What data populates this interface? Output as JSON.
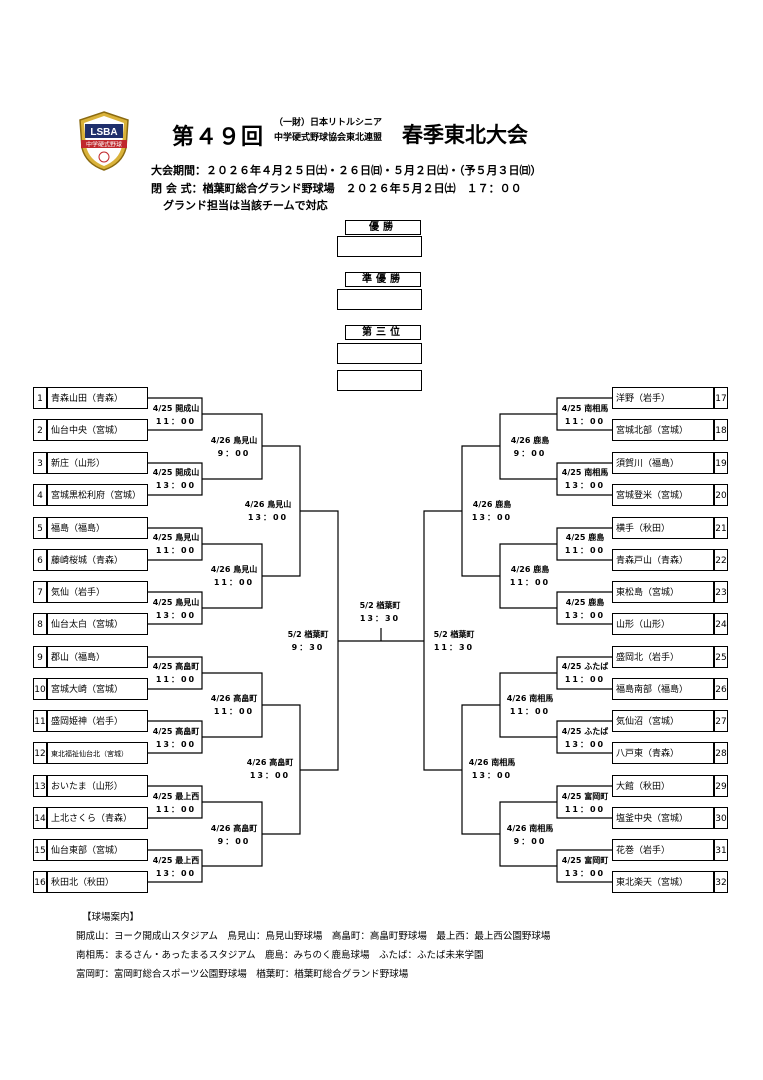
{
  "header": {
    "title_main": "第４９回",
    "org_line1": "（一財）日本リトルシニア",
    "org_line2": "中学硬式野球協会東北連盟",
    "title_event": "春季東北大会",
    "logo_text_top": "LSBA",
    "logo_text_band": "中学硬式野球",
    "info_line1": "大会期間：２０２６年４月２５日㈯・２６日㈰・５月２日㈯・（予５月３日㈰）",
    "info_line2": "閉 会 式：楢葉町総合グランド野球場　２０２６年５月２日㈯　１７：００",
    "info_line3": "グランド担当は当該チームで対応"
  },
  "places": {
    "winner": "優勝",
    "runner_up": "準優勝",
    "third": "第三位"
  },
  "left_teams": [
    {
      "num": "1",
      "name": "青森山田（青森）"
    },
    {
      "num": "2",
      "name": "仙台中央（宮城）"
    },
    {
      "num": "3",
      "name": "新庄（山形）"
    },
    {
      "num": "4",
      "name": "宮城黒松利府（宮城）"
    },
    {
      "num": "5",
      "name": "福島（福島）"
    },
    {
      "num": "6",
      "name": "藤崎桜城（青森）"
    },
    {
      "num": "7",
      "name": "気仙（岩手）"
    },
    {
      "num": "8",
      "name": "仙台太白（宮城）"
    },
    {
      "num": "9",
      "name": "郡山（福島）"
    },
    {
      "num": "10",
      "name": "宮城大崎（宮城）"
    },
    {
      "num": "11",
      "name": "盛岡姫神（岩手）"
    },
    {
      "num": "12",
      "name": "東北福祉仙台北（宮城）"
    },
    {
      "num": "13",
      "name": "おいたま（山形）"
    },
    {
      "num": "14",
      "name": "上北さくら（青森）"
    },
    {
      "num": "15",
      "name": "仙台東部（宮城）"
    },
    {
      "num": "16",
      "name": "秋田北（秋田）"
    }
  ],
  "right_teams": [
    {
      "num": "17",
      "name": "洋野（岩手）"
    },
    {
      "num": "18",
      "name": "宮城北部（宮城）"
    },
    {
      "num": "19",
      "name": "須賀川（福島）"
    },
    {
      "num": "20",
      "name": "宮城登米（宮城）"
    },
    {
      "num": "21",
      "name": "横手（秋田）"
    },
    {
      "num": "22",
      "name": "青森戸山（青森）"
    },
    {
      "num": "23",
      "name": "東松島（宮城）"
    },
    {
      "num": "24",
      "name": "山形（山形）"
    },
    {
      "num": "25",
      "name": "盛岡北（岩手）"
    },
    {
      "num": "26",
      "name": "福島南部（福島）"
    },
    {
      "num": "27",
      "name": "気仙沼（宮城）"
    },
    {
      "num": "28",
      "name": "八戸東（青森）"
    },
    {
      "num": "29",
      "name": "大館（秋田）"
    },
    {
      "num": "30",
      "name": "塩釜中央（宮城）"
    },
    {
      "num": "31",
      "name": "花巻（岩手）"
    },
    {
      "num": "32",
      "name": "東北楽天（宮城）"
    }
  ],
  "matches": {
    "l_r1_1": {
      "venue": "4/25 開成山",
      "time": "11：00"
    },
    "l_r1_2": {
      "venue": "4/25 開成山",
      "time": "13：00"
    },
    "l_r1_3": {
      "venue": "4/25 鳥見山",
      "time": "11：00"
    },
    "l_r1_4": {
      "venue": "4/25 鳥見山",
      "time": "13：00"
    },
    "l_r1_5": {
      "venue": "4/25 高畠町",
      "time": "11：00"
    },
    "l_r1_6": {
      "venue": "4/25 高畠町",
      "time": "13：00"
    },
    "l_r1_7": {
      "venue": "4/25 最上西",
      "time": "11：00"
    },
    "l_r1_8": {
      "venue": "4/25 最上西",
      "time": "13：00"
    },
    "l_r2_1": {
      "venue": "4/26 鳥見山",
      "time": "9：00"
    },
    "l_r2_2": {
      "venue": "4/26 鳥見山",
      "time": "11：00"
    },
    "l_r2_3": {
      "venue": "4/26 高畠町",
      "time": "11：00"
    },
    "l_r2_4": {
      "venue": "4/26 高畠町",
      "time": "9：00"
    },
    "l_r3_1": {
      "venue": "4/26 鳥見山",
      "time": "13：00"
    },
    "l_r3_2": {
      "venue": "4/26 高畠町",
      "time": "13：00"
    },
    "l_sf": {
      "venue": "5/2 楢葉町",
      "time": "9：30"
    },
    "final": {
      "venue": "5/2 楢葉町",
      "time": "13：30"
    },
    "r_sf": {
      "venue": "5/2 楢葉町",
      "time": "11：30"
    },
    "r_r3_1": {
      "venue": "4/26 鹿島",
      "time": "13：00"
    },
    "r_r3_2": {
      "venue": "4/26 南相馬",
      "time": "13：00"
    },
    "r_r2_1": {
      "venue": "4/26 鹿島",
      "time": "9：00"
    },
    "r_r2_2": {
      "venue": "4/26 鹿島",
      "time": "11：00"
    },
    "r_r2_3": {
      "venue": "4/26 南相馬",
      "time": "11：00"
    },
    "r_r2_4": {
      "venue": "4/26 南相馬",
      "time": "9：00"
    },
    "r_r1_1": {
      "venue": "4/25 南相馬",
      "time": "11：00"
    },
    "r_r1_2": {
      "venue": "4/25 南相馬",
      "time": "13：00"
    },
    "r_r1_3": {
      "venue": "4/25 鹿島",
      "time": "11：00"
    },
    "r_r1_4": {
      "venue": "4/25 鹿島",
      "time": "13：00"
    },
    "r_r1_5": {
      "venue": "4/25 ふたば",
      "time": "11：00"
    },
    "r_r1_6": {
      "venue": "4/25 ふたば",
      "time": "13：00"
    },
    "r_r1_7": {
      "venue": "4/25 富岡町",
      "time": "11：00"
    },
    "r_r1_8": {
      "venue": "4/25 富岡町",
      "time": "13：00"
    }
  },
  "guide": {
    "heading": "【球場案内】",
    "line1": "開成山：ヨーク開成山スタジアム　鳥見山：鳥見山野球場　高畠町：高畠町野球場　最上西：最上西公園野球場",
    "line2": "南相馬：まるさん・あったまるスタジアム　鹿島：みちのく鹿島球場　ふたば：ふたば未来学園",
    "line3": "富岡町：富岡町総合スポーツ公園野球場　楢葉町：楢葉町総合グランド野球場"
  },
  "colors": {
    "line": "#000000",
    "logo_gold": "#d9b23a",
    "logo_navy": "#1f2f6b",
    "logo_red": "#c0282d"
  }
}
